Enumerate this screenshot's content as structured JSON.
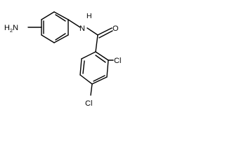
{
  "molecule": {
    "labels": {
      "amine_h": "H",
      "amine_sub": "2",
      "amine_n": "N",
      "amide_n": "N",
      "amide_h": "H",
      "carbonyl_o": "O",
      "cl_ortho": "Cl",
      "cl_para": "Cl"
    }
  }
}
